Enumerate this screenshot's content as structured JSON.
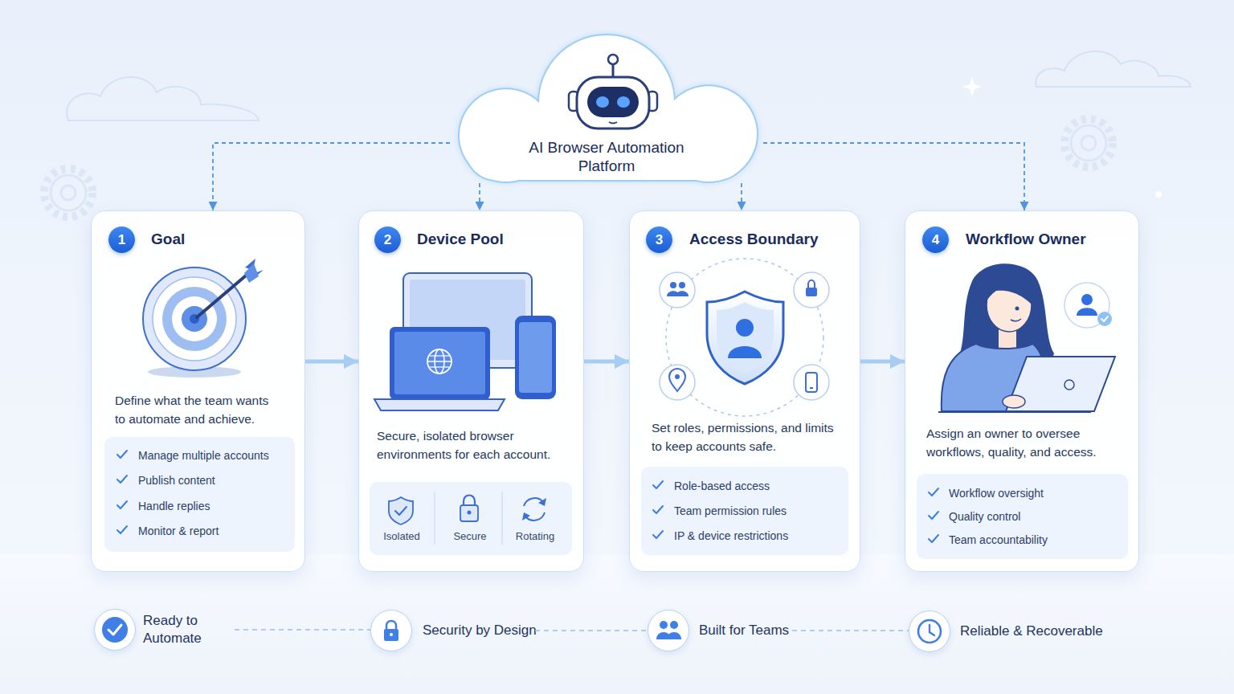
{
  "diagram": {
    "nodes": [
      {
        "text": [
          "AI Browser Automation Platform"
        ]
      },
      {
        "text": [
          "Goal",
          "Define what the team wants to automate and achieve."
        ]
      },
      {
        "text": [
          "1"
        ],
        "in": 1
      },
      {
        "text": [
          "Manage multiple accounts",
          "Publish content",
          "Handle replies",
          "Monitor & report"
        ],
        "in": 1
      },
      {
        "text": [
          "Device Pool",
          "Secure, isolated browser environments for each account."
        ]
      },
      {
        "text": [
          "2"
        ],
        "in": 4
      },
      {
        "text": [
          "Isolated",
          "Secure",
          "Rotating"
        ],
        "in": 4
      },
      {
        "text": [
          "Access Boundary",
          "Set roles, permissions, and limits to keep accounts safe."
        ]
      },
      {
        "text": [
          "3"
        ],
        "in": 7
      },
      {
        "text": [
          "Role-based access",
          "Team permission rules",
          "IP & device restrictions"
        ],
        "in": 7
      },
      {
        "text": [
          "Workflow Owner",
          "Assign an owner to oversee workflows, quality, and access."
        ]
      },
      {
        "text": [
          "4"
        ],
        "in": 10
      },
      {
        "text": [
          "Workflow oversight",
          "Quality control",
          "Team accountability"
        ],
        "in": 10
      },
      {
        "text": [
          "Ready to Automate"
        ]
      },
      {
        "text": [
          "Security by Design"
        ]
      },
      {
        "text": [
          "Built for Teams"
        ]
      },
      {
        "text": [
          "Reliable & Recoverable"
        ]
      }
    ],
    "edges": [
      {
        "from": 0,
        "to": 1,
        "arrow": "to"
      },
      {
        "from": 0,
        "to": 4,
        "arrow": "to"
      },
      {
        "from": 0,
        "to": 7,
        "arrow": "to"
      },
      {
        "from": 0,
        "to": 10,
        "arrow": "to"
      },
      {
        "from": 1,
        "to": 4,
        "arrow": "to"
      },
      {
        "from": 4,
        "to": 7,
        "arrow": "to"
      },
      {
        "from": 7,
        "to": 10,
        "arrow": "to"
      },
      {
        "from": 13,
        "to": 14,
        "arrow": "none"
      },
      {
        "from": 14,
        "to": 15,
        "arrow": "none"
      },
      {
        "from": 15,
        "to": 16,
        "arrow": "none"
      }
    ]
  }
}
